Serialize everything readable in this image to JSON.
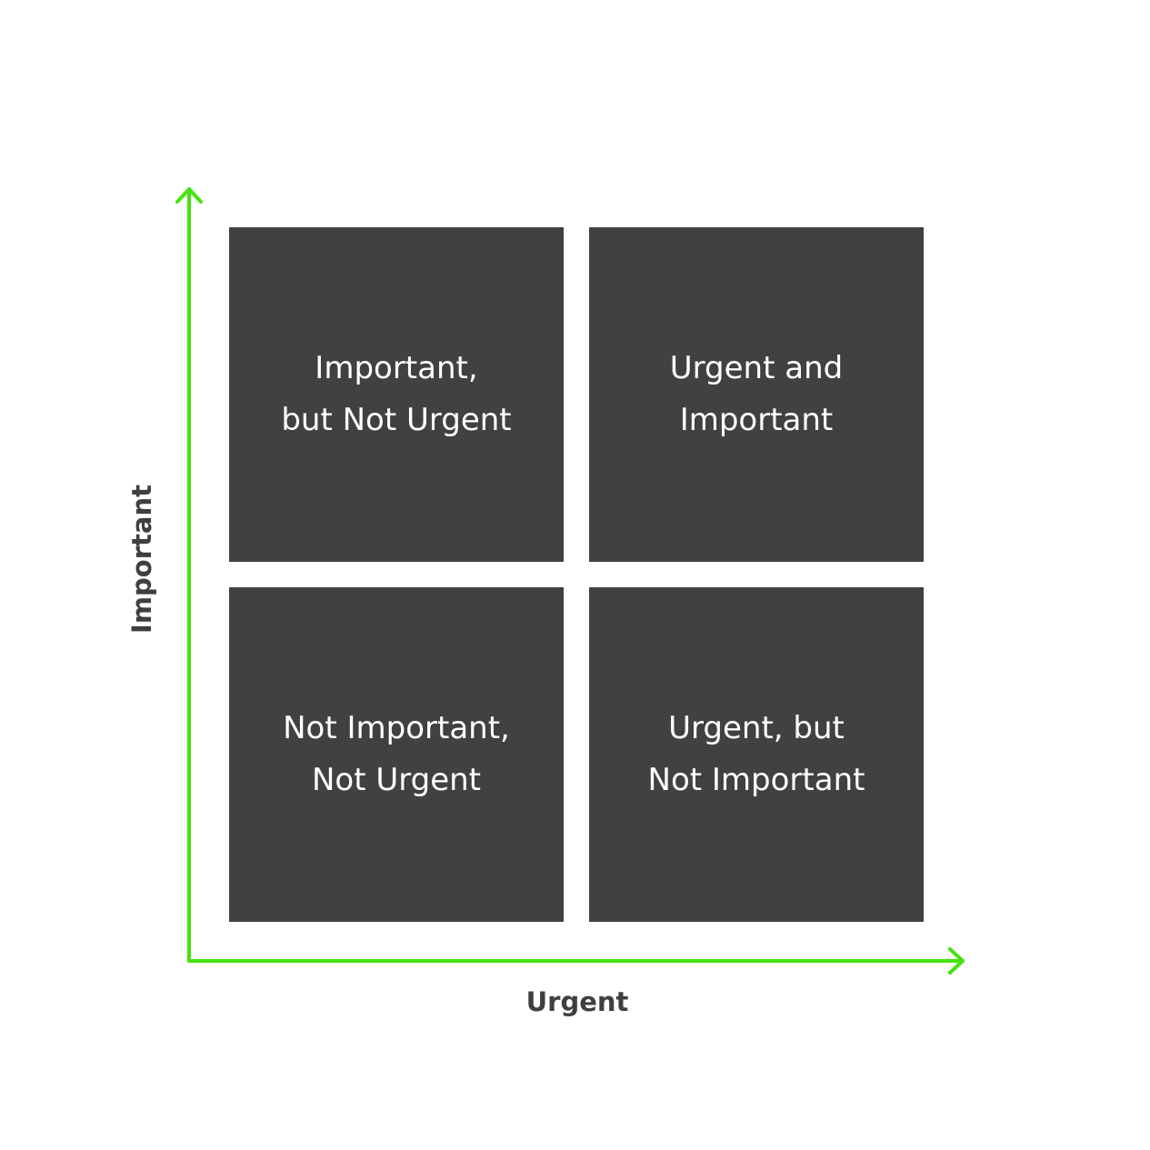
{
  "colors": {
    "axis": "#45e20f",
    "quadrant_fill": "#414143",
    "quadrant_text": "#ffffff",
    "axis_label": "#3f3f41"
  },
  "axes": {
    "x_label": "Urgent",
    "y_label": "Important"
  },
  "quadrants": {
    "top_left": "Important,\nbut Not Urgent",
    "top_right": "Urgent and\nImportant",
    "bottom_left": "Not Important,\nNot Urgent",
    "bottom_right": "Urgent, but\nNot Important"
  }
}
